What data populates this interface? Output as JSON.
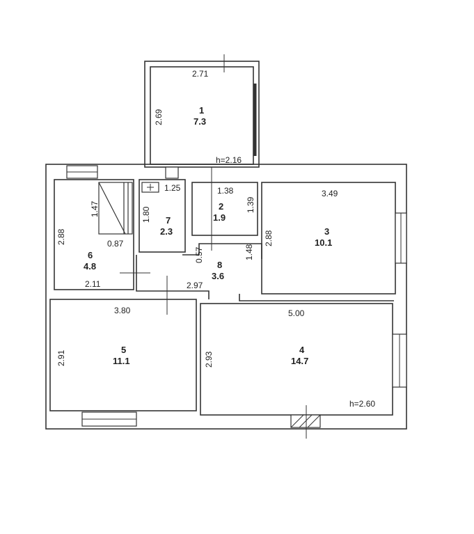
{
  "rooms": [
    {
      "num": "1",
      "area": "7.3"
    },
    {
      "num": "2",
      "area": "1.9"
    },
    {
      "num": "3",
      "area": "10.1"
    },
    {
      "num": "4",
      "area": "14.7"
    },
    {
      "num": "5",
      "area": "11.1"
    },
    {
      "num": "6",
      "area": "4.8"
    },
    {
      "num": "7",
      "area": "2.3"
    },
    {
      "num": "8",
      "area": "3.6"
    }
  ],
  "dimensions": {
    "r1_width": "2.71",
    "r1_depth": "2.69",
    "r1_height": "h=2.16",
    "r7_width": "1.25",
    "r7_depth": "1.80",
    "r2_width": "1.38",
    "r2_depth": "1.39",
    "r3_width": "3.49",
    "r3_depth": "2.88",
    "r6_depth": "2.88",
    "r6_stair_depth": "1.47",
    "r6_stair_width": "0.87",
    "r6_width": "2.11",
    "r8_a": "0.57",
    "r8_b": "1.48",
    "r8_width": "2.97",
    "r5_width": "3.80",
    "r5_depth": "2.91",
    "r4_width": "5.00",
    "r4_depth": "2.93",
    "main_height": "h=2.60"
  }
}
